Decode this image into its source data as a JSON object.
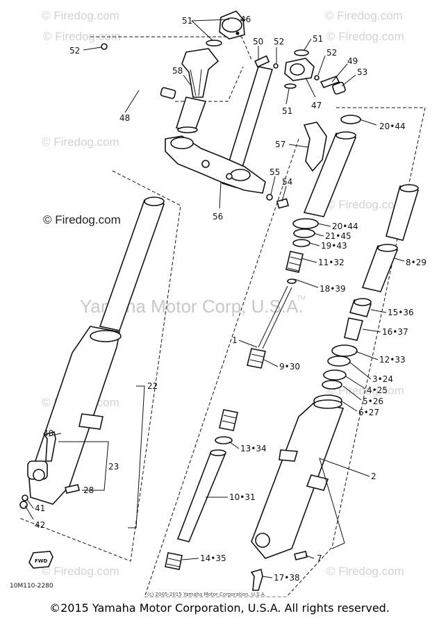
{
  "watermarks": {
    "firedog": "© Firedog.com",
    "yamaha": "Yamaha Motor Corp, U.S.A.",
    "tm": "TM"
  },
  "callouts": {
    "c51a": "51",
    "c46": "46",
    "c52a": "52",
    "c50": "50",
    "c52b": "52",
    "c51b": "51",
    "c52c": "52",
    "c49": "49",
    "c53": "53",
    "c58": "58",
    "c47": "47",
    "c51c": "51",
    "c48": "48",
    "c2044a": "20•44",
    "c57": "57",
    "c55": "55",
    "c54": "54",
    "c56": "56",
    "c2044b": "20•44",
    "c2145": "21•45",
    "c1943": "19•43",
    "c1132": "11•32",
    "c829": "8•29",
    "c1839": "18•39",
    "c1536": "15•36",
    "c1637": "16•37",
    "c1": "1",
    "c1233": "12•33",
    "c930": "9•30",
    "c324": "3•24",
    "c425": "4•25",
    "c526": "5•26",
    "c627": "6•27",
    "c22": "22",
    "c40": "40",
    "c23": "23",
    "c2": "2",
    "c1334": "13•34",
    "c28": "28",
    "c41": "41",
    "c1031": "10•31",
    "c42": "42",
    "c1435": "14•35",
    "c7": "7",
    "c1738": "17•38"
  },
  "fwd_label": "FWD",
  "code": "10M110-2280",
  "small_copyright": "(c) 2005-2015 Yamaha Motor Corporation, U.S.A.",
  "footer": "©2015 Yamaha Motor Corporation, U.S.A. All rights reserved."
}
